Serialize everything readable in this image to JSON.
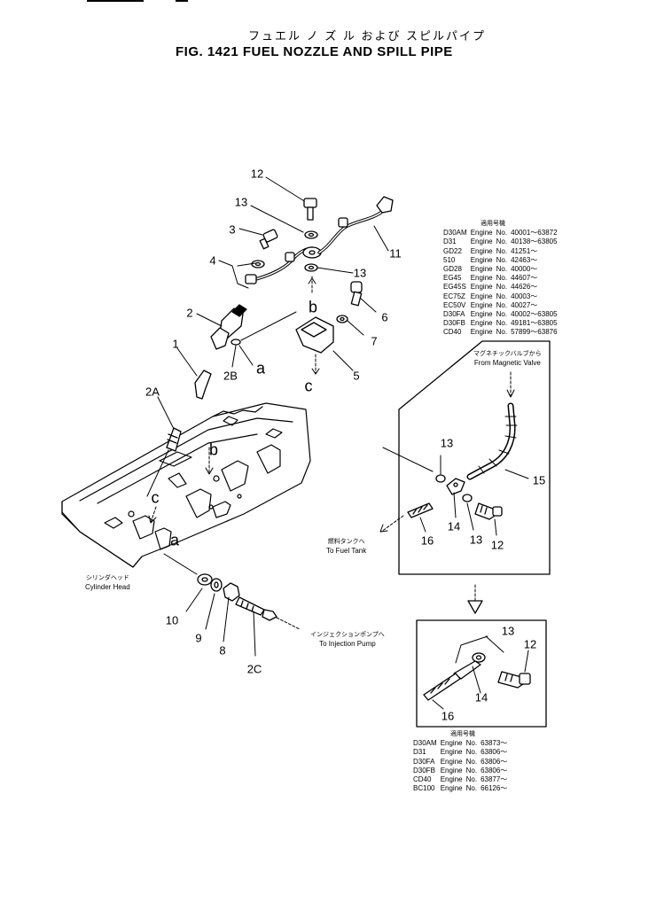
{
  "title": {
    "jp": "フュエル ノ ズ ル および スピルパイプ",
    "en": "FIG. 1421  FUEL NOZZLE AND SPILL PIPE"
  },
  "parts": [
    {
      "id": "p12a",
      "text": "12"
    },
    {
      "id": "p13a",
      "text": "13"
    },
    {
      "id": "p3",
      "text": "3"
    },
    {
      "id": "p4",
      "text": "4"
    },
    {
      "id": "p13b",
      "text": "13"
    },
    {
      "id": "p11",
      "text": "11"
    },
    {
      "id": "p6",
      "text": "6"
    },
    {
      "id": "p2",
      "text": "2"
    },
    {
      "id": "p7",
      "text": "7"
    },
    {
      "id": "p1",
      "text": "1"
    },
    {
      "id": "p2b",
      "text": "2B"
    },
    {
      "id": "p5",
      "text": "5"
    },
    {
      "id": "p2a",
      "text": "2A"
    },
    {
      "id": "p13c",
      "text": "13"
    },
    {
      "id": "p15",
      "text": "15"
    },
    {
      "id": "p14a",
      "text": "14"
    },
    {
      "id": "p16a",
      "text": "16"
    },
    {
      "id": "p13d",
      "text": "13"
    },
    {
      "id": "p12b",
      "text": "12"
    },
    {
      "id": "p10",
      "text": "10"
    },
    {
      "id": "p9",
      "text": "9"
    },
    {
      "id": "p8",
      "text": "8"
    },
    {
      "id": "p2c",
      "text": "2C"
    },
    {
      "id": "p13e",
      "text": "13"
    },
    {
      "id": "p12c",
      "text": "12"
    },
    {
      "id": "p14b",
      "text": "14"
    },
    {
      "id": "p16b",
      "text": "16"
    }
  ],
  "refs": {
    "b_top": "b",
    "a_top": "a",
    "c_top": "c",
    "b_head": "b",
    "c_head": "c",
    "a_head": "a"
  },
  "notes": {
    "magnetic_jp": "マグネチックバルブから",
    "magnetic_en": "From Magnetic Valve",
    "fueltank_jp": "燃料タンクへ",
    "fueltank_en": "To Fuel Tank",
    "cylinder_jp": "シリンダヘッド",
    "cylinder_en": "Cylinder Head",
    "injection_jp": "インジェクションポンプへ",
    "injection_en": "To Injection Pump"
  },
  "serial_table_1": {
    "header": "適用号機",
    "rows": [
      [
        "D30AM",
        "Engine",
        "No.",
        "40001～63872"
      ],
      [
        "D31",
        "Engine",
        "No.",
        "40138～63805"
      ],
      [
        "GD22",
        "Engine",
        "No.",
        "41251～"
      ],
      [
        "510",
        "Engine",
        "No.",
        "42463～"
      ],
      [
        "GD28",
        "Engine",
        "No.",
        "40000～"
      ],
      [
        "EG45",
        "Engine",
        "No.",
        "44607～"
      ],
      [
        "EG45S",
        "Engine",
        "No.",
        "44626～"
      ],
      [
        "EC75Z",
        "Engine",
        "No.",
        "40003～"
      ],
      [
        "EC50V",
        "Engine",
        "No.",
        "40027～"
      ],
      [
        "D30FA",
        "Engine",
        "No.",
        "40002～63805"
      ],
      [
        "D30FB",
        "Engine",
        "No.",
        "49181～63805"
      ],
      [
        "CD40",
        "Engine",
        "No.",
        "57899～63876"
      ]
    ]
  },
  "serial_table_2": {
    "header": "適用号機",
    "rows": [
      [
        "D30AM",
        "Engine",
        "No.",
        "63873～"
      ],
      [
        "D31",
        "Engine",
        "No.",
        "63806～"
      ],
      [
        "D30FA",
        "Engine",
        "No.",
        "63806～"
      ],
      [
        "D30FB",
        "Engine",
        "No.",
        "63806～"
      ],
      [
        "CD40",
        "Engine",
        "No.",
        "63877～"
      ],
      [
        "BC100",
        "Engine",
        "No.",
        "66126～"
      ]
    ]
  }
}
